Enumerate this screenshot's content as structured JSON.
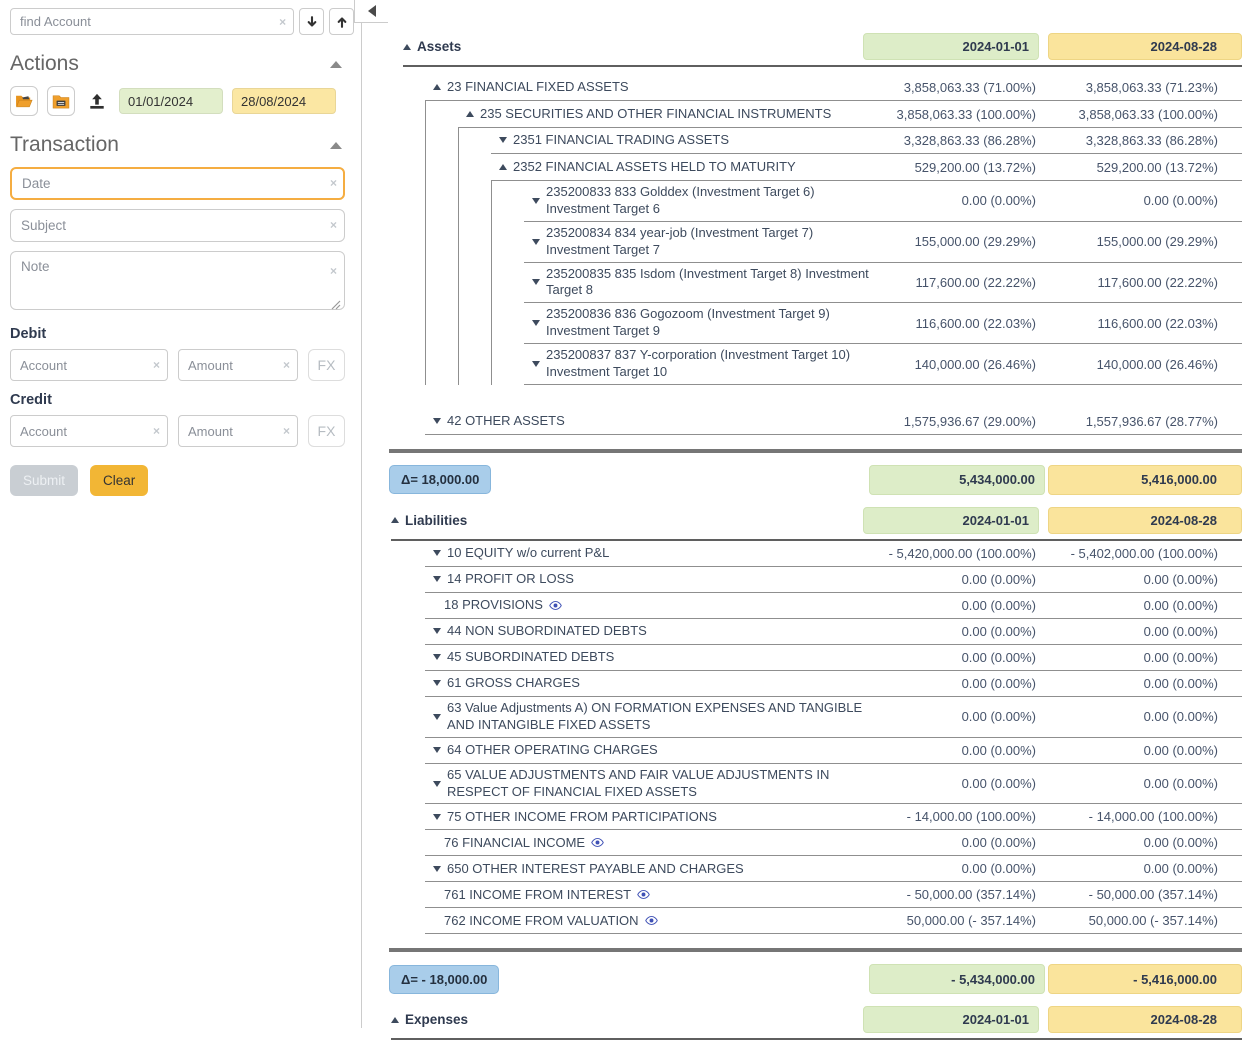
{
  "icons": {
    "clear_x": "×"
  },
  "columns": {
    "col1": "2024-01-01",
    "col2": "2024-08-28"
  },
  "sidebar": {
    "find": {
      "placeholder": "find Account"
    },
    "actions": {
      "title": "Actions",
      "date_from": "01/01/2024",
      "date_to": "28/08/2024"
    },
    "transaction": {
      "title": "Transaction",
      "date_placeholder": "Date",
      "subject_placeholder": "Subject",
      "note_placeholder": "Note",
      "debit_label": "Debit",
      "credit_label": "Credit",
      "account_placeholder": "Account",
      "amount_placeholder": "Amount",
      "fx_label": "FX",
      "submit_label": "Submit",
      "clear_label": "Clear"
    }
  },
  "assets": {
    "title": "Assets",
    "rows": [
      {
        "label": "23 FINANCIAL FIXED ASSETS",
        "v1": "3,858,063.33 (71.00%)",
        "v2": "3,858,063.33 (71.23%)"
      },
      {
        "label": "235 SECURITIES AND OTHER FINANCIAL INSTRUMENTS",
        "v1": "3,858,063.33 (100.00%)",
        "v2": "3,858,063.33 (100.00%)"
      },
      {
        "label": "2351 FINANCIAL TRADING ASSETS",
        "v1": "3,328,863.33 (86.28%)",
        "v2": "3,328,863.33 (86.28%)"
      },
      {
        "label": "2352 FINANCIAL ASSETS HELD TO MATURITY",
        "v1": "529,200.00 (13.72%)",
        "v2": "529,200.00 (13.72%)"
      },
      {
        "label": "235200833 833 Golddex (Investment Target 6) Investment Target 6",
        "v1": "0.00 (0.00%)",
        "v2": "0.00 (0.00%)"
      },
      {
        "label": "235200834 834 year-job (Investment Target 7) Investment Target 7",
        "v1": "155,000.00 (29.29%)",
        "v2": "155,000.00 (29.29%)"
      },
      {
        "label": "235200835 835 Isdom (Investment Target 8) Investment Target 8",
        "v1": "117,600.00 (22.22%)",
        "v2": "117,600.00 (22.22%)"
      },
      {
        "label": "235200836 836 Gogozoom (Investment Target 9) Investment Target 9",
        "v1": "116,600.00 (22.03%)",
        "v2": "116,600.00 (22.03%)"
      },
      {
        "label": "235200837 837 Y-corporation (Investment Target 10) Investment Target 10",
        "v1": "140,000.00 (26.46%)",
        "v2": "140,000.00 (26.46%)"
      },
      {
        "label": "42 OTHER ASSETS",
        "v1": "1,575,936.67 (29.00%)",
        "v2": "1,557,936.67 (28.77%)"
      }
    ]
  },
  "delta_assets": {
    "label": "Δ= 18,000.00",
    "v1": "5,434,000.00",
    "v2": "5,416,000.00"
  },
  "liabilities": {
    "title": "Liabilities",
    "rows": [
      {
        "label": "10 EQUITY w/o current P&L",
        "v1": "- 5,420,000.00 (100.00%)",
        "v2": "- 5,402,000.00 (100.00%)"
      },
      {
        "label": "14 PROFIT OR LOSS",
        "v1": "0.00 (0.00%)",
        "v2": "0.00 (0.00%)"
      },
      {
        "label": "18 PROVISIONS",
        "v1": "0.00 (0.00%)",
        "v2": "0.00 (0.00%)"
      },
      {
        "label": "44 NON SUBORDINATED DEBTS",
        "v1": "0.00 (0.00%)",
        "v2": "0.00 (0.00%)"
      },
      {
        "label": "45 SUBORDINATED DEBTS",
        "v1": "0.00 (0.00%)",
        "v2": "0.00 (0.00%)"
      },
      {
        "label": "61 GROSS CHARGES",
        "v1": "0.00 (0.00%)",
        "v2": "0.00 (0.00%)"
      },
      {
        "label": "63 Value Adjustments A) ON FORMATION EXPENSES AND TANGIBLE AND INTANGIBLE FIXED ASSETS",
        "v1": "0.00 (0.00%)",
        "v2": "0.00 (0.00%)"
      },
      {
        "label": "64 OTHER OPERATING CHARGES",
        "v1": "0.00 (0.00%)",
        "v2": "0.00 (0.00%)"
      },
      {
        "label": "65 VALUE ADJUSTMENTS AND FAIR VALUE ADJUSTMENTS IN RESPECT OF FINANCIAL FIXED ASSETS",
        "v1": "0.00 (0.00%)",
        "v2": "0.00 (0.00%)"
      },
      {
        "label": "75 OTHER INCOME FROM PARTICIPATIONS",
        "v1": "- 14,000.00 (100.00%)",
        "v2": "- 14,000.00 (100.00%)"
      },
      {
        "label": "76 FINANCIAL INCOME",
        "v1": "0.00 (0.00%)",
        "v2": "0.00 (0.00%)"
      },
      {
        "label": "650 OTHER INTEREST PAYABLE AND CHARGES",
        "v1": "0.00 (0.00%)",
        "v2": "0.00 (0.00%)"
      },
      {
        "label": "761 INCOME FROM INTEREST",
        "v1": "- 50,000.00 (357.14%)",
        "v2": "- 50,000.00 (357.14%)"
      },
      {
        "label": "762 INCOME FROM VALUATION",
        "v1": "50,000.00 (- 357.14%)",
        "v2": "50,000.00 (- 357.14%)"
      }
    ]
  },
  "delta_liabilities": {
    "label": "Δ= - 18,000.00",
    "v1": "- 5,434,000.00",
    "v2": "- 5,416,000.00"
  },
  "expenses": {
    "title": "Expenses"
  },
  "colors": {
    "col1_green": "#ddedc8",
    "col2_yellow": "#fae49c",
    "delta_blue": "#a9cdea",
    "input_orange": "#f5ad41",
    "folder_orange": "#e8941e",
    "eye_blue": "#3f51b5"
  }
}
